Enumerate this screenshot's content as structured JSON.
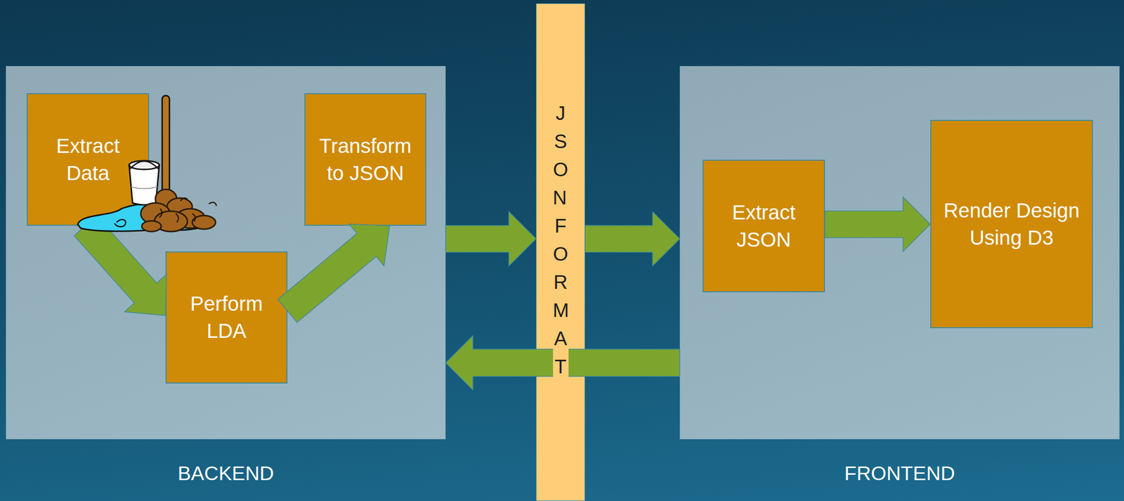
{
  "diagram": {
    "nodes": [
      {
        "text": [
          "BACKEND"
        ]
      },
      {
        "text": [
          "Extract Data"
        ],
        "in": 0
      },
      {
        "text": [
          "Perform LDA"
        ],
        "in": 0
      },
      {
        "text": [
          "Transform to JSON"
        ],
        "in": 0
      },
      {
        "text": [
          "JSON FORMAT"
        ]
      },
      {
        "text": [
          "FRONTEND"
        ]
      },
      {
        "text": [
          "Extract JSON"
        ],
        "in": 5
      },
      {
        "text": [
          "Render Design Using D3"
        ],
        "in": 5
      }
    ],
    "edges": [
      {
        "from": 1,
        "to": 2,
        "arrow": "to"
      },
      {
        "from": 2,
        "to": 3,
        "arrow": "to"
      },
      {
        "from": 0,
        "to": 4,
        "arrow": "to"
      },
      {
        "from": 4,
        "to": 5,
        "arrow": "to"
      },
      {
        "from": 6,
        "to": 7,
        "arrow": "to"
      },
      {
        "from": 5,
        "to": 0,
        "arrow": "to"
      }
    ]
  }
}
